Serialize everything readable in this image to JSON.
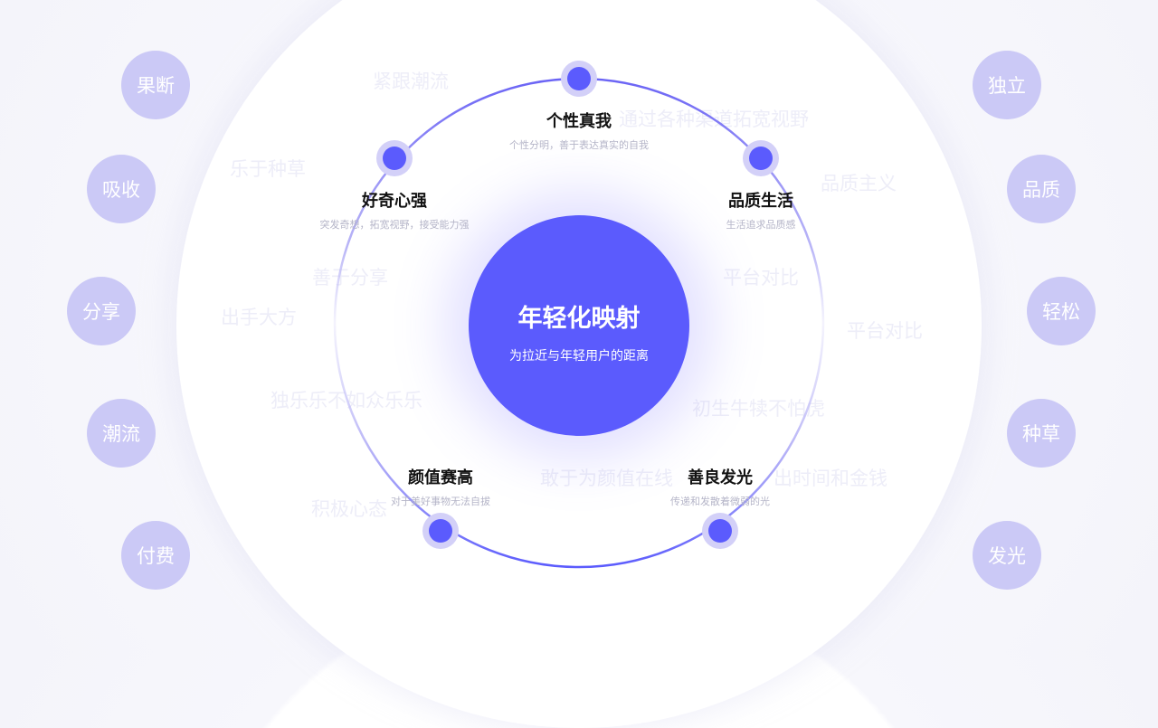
{
  "center": {
    "title": "年轻化映射",
    "subtitle": "为拉近与年轻用户的距离",
    "color": "#5b5bfd"
  },
  "nodes": [
    {
      "title": "个性真我",
      "desc": "个性分明，善于表达真实的自我"
    },
    {
      "title": "好奇心强",
      "desc": "突发奇想，拓宽视野，接受能力强"
    },
    {
      "title": "品质生活",
      "desc": "生活追求品质感"
    },
    {
      "title": "颜值赛高",
      "desc": "对于美好事物无法自拔"
    },
    {
      "title": "善良发光",
      "desc": "传递和发散着微弱的光"
    }
  ],
  "left_tags": [
    "果断",
    "吸收",
    "分享",
    "潮流",
    "付费"
  ],
  "right_tags": [
    "独立",
    "品质",
    "轻松",
    "种草",
    "发光"
  ],
  "ghost_phrases": [
    "紧跟潮流",
    "通过各种渠道拓宽视野",
    "乐于种草",
    "品质主义",
    "善于分享",
    "平台对比",
    "出手大方",
    "平台对比",
    "独乐乐不如众乐乐",
    "初生牛犊不怕虎",
    "敢于为颜值在线",
    "出时间和金钱",
    "积极心态"
  ],
  "colors": {
    "accent": "#5b5bfd",
    "tag": "#cbc9f6",
    "dot_halo": "#d3d0f8"
  }
}
